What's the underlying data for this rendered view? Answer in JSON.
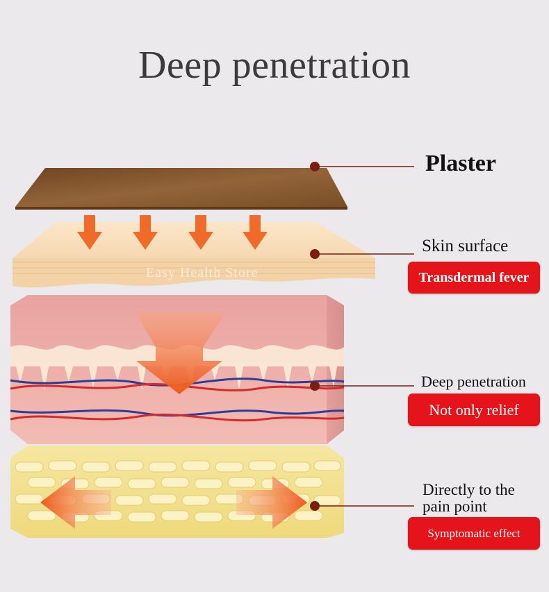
{
  "title": "Deep penetration",
  "labels": {
    "plaster": "Plaster",
    "skin_surface": "Skin surface",
    "deep_penetration": "Deep penetration",
    "directly_line1": "Directly to the",
    "directly_line2": "pain point"
  },
  "badges": {
    "transdermal": "Transdermal fever",
    "not_only_relief": "Not only relief",
    "symptomatic": "Symptomatic effect"
  },
  "watermark": "Easy Health Store",
  "colors": {
    "background": "#ebe9ec",
    "badge_red": "#e4141a",
    "marker_dot": "#7a1e14",
    "plaster": "#8a5a2b",
    "arrow_orange": "#f06a2a",
    "vein_blue": "#2d3b9a",
    "artery_red": "#d42a2a"
  }
}
